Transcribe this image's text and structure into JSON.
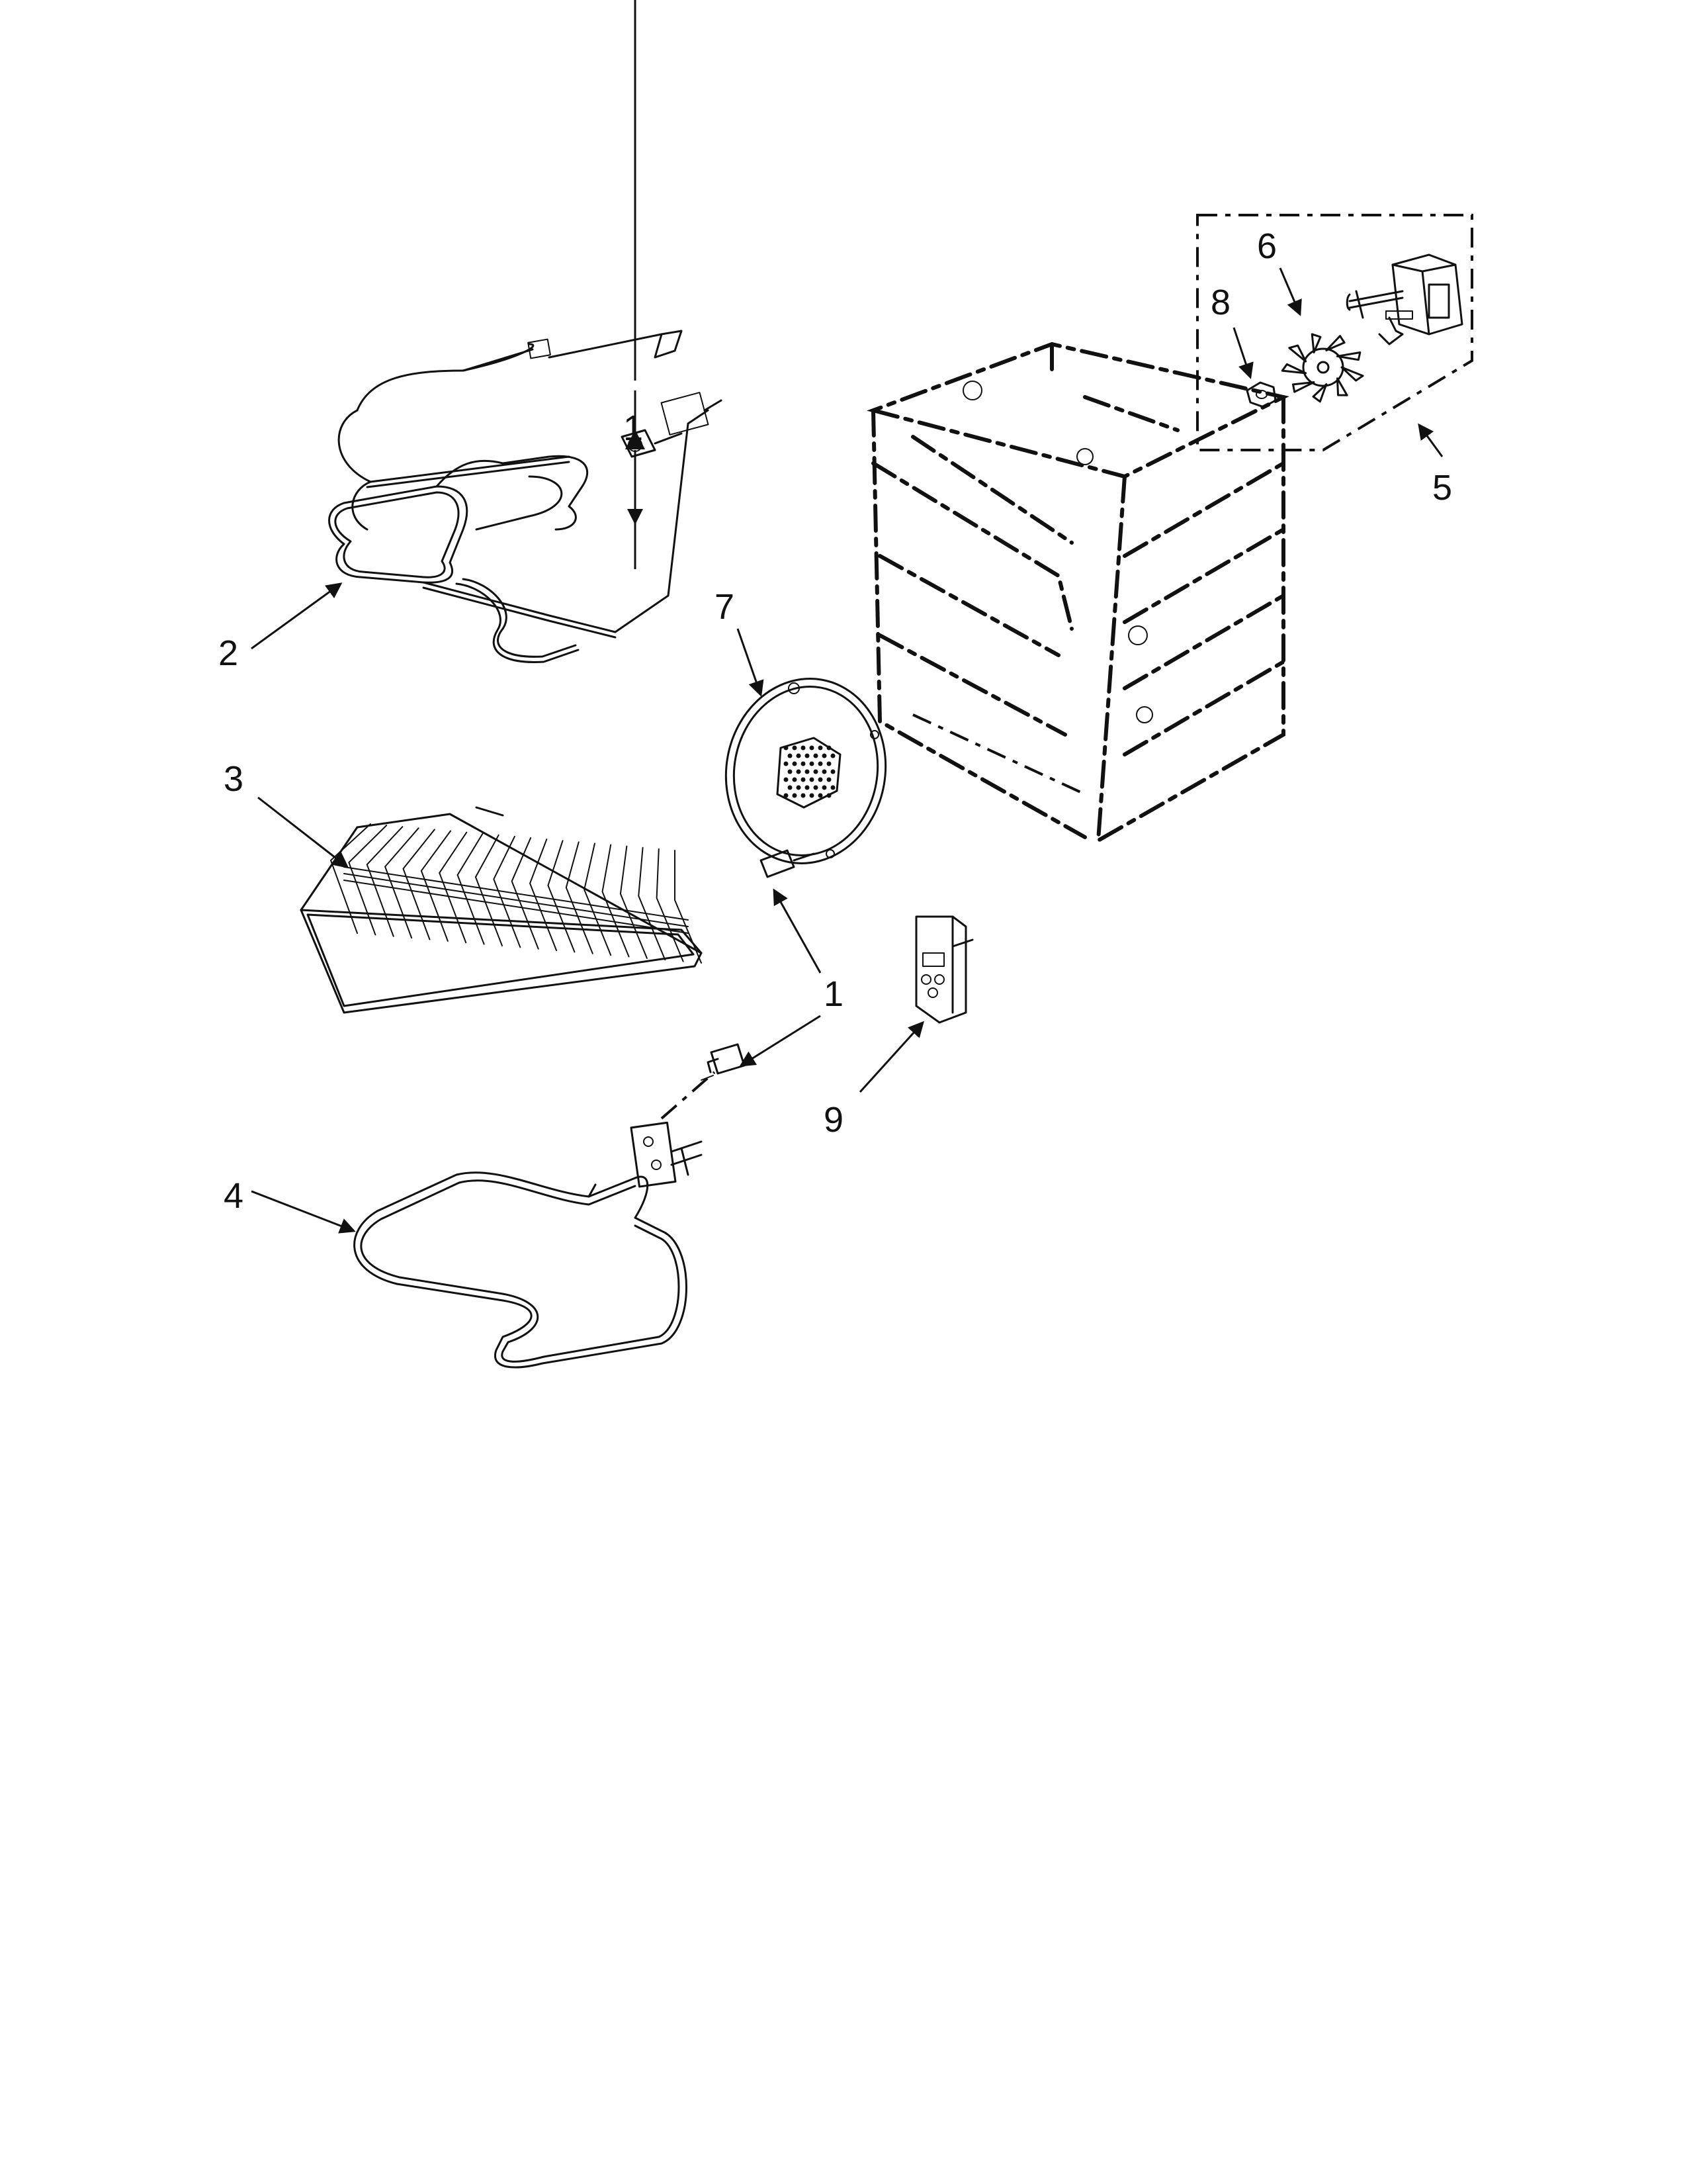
{
  "diagram": {
    "callouts": [
      "1",
      "2",
      "3",
      "1",
      "4",
      "7",
      "9",
      "5",
      "6",
      "8"
    ]
  }
}
